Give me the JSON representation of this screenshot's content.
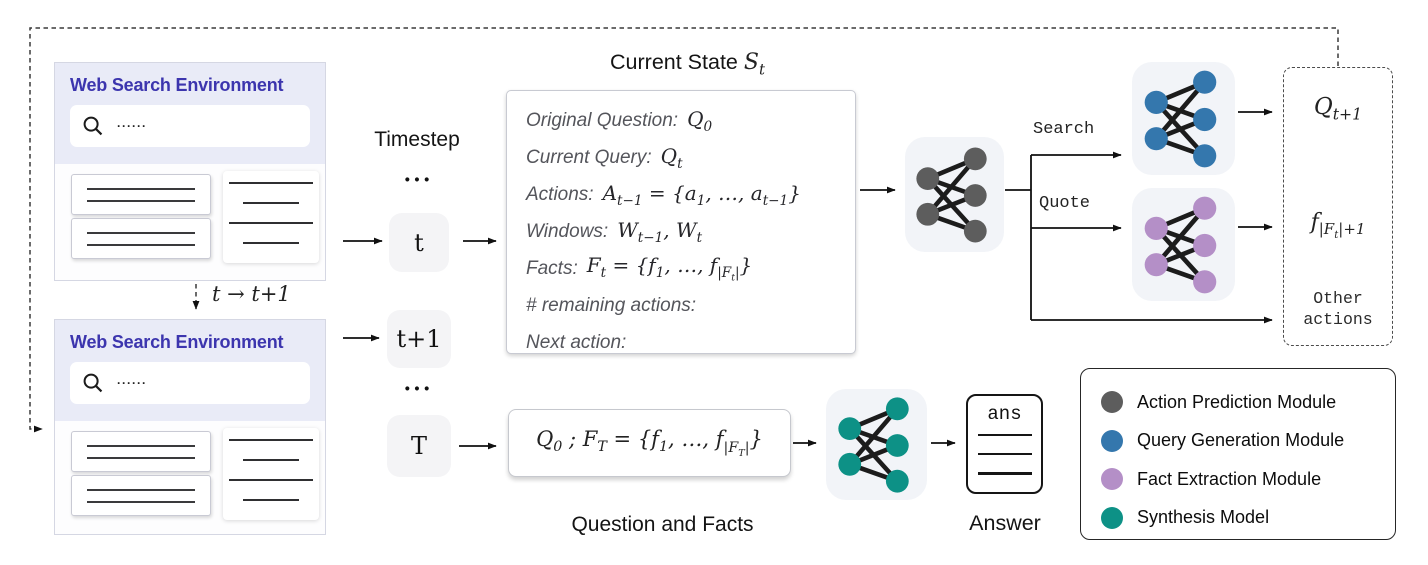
{
  "colors": {
    "action_prediction": "#5d5d5d",
    "query_generation": "#3477ad",
    "fact_extraction": "#b48fc7",
    "synthesis": "#0d9186",
    "env_title": "#3c35ae",
    "edge": "#1c1c1c"
  },
  "icons": {
    "search": "magnifier"
  },
  "env_top": {
    "title": "Web Search Environment",
    "placeholder": "······"
  },
  "env_bottom": {
    "title": "Web Search Environment",
    "placeholder": "······"
  },
  "transition_label": "t → t+1",
  "timestep": {
    "label": "Timestep",
    "ellipsis": "···",
    "steps": [
      "t",
      "t+1",
      "T"
    ]
  },
  "current_state": {
    "title": "Current State",
    "title_math": "S<sub>t</sub>",
    "lines": [
      {
        "label": "Original Question:",
        "math": "Q<sub>0</sub>"
      },
      {
        "label": "Current Query:",
        "math": "Q<sub>t</sub>"
      },
      {
        "label": "Actions:",
        "math": "A<sub>t−1</sub> = {a<sub>1</sub>, …, a<sub>t−1</sub>}"
      },
      {
        "label": "Windows:",
        "math": "W<sub>t−1</sub>, W<sub>t</sub>"
      },
      {
        "label": "Facts:",
        "math": "F<sub>t</sub> = {f<sub>1</sub>, …, f<sub>|F<sub>t</sub>|</sub>}"
      },
      {
        "label": "# remaining actions:",
        "math": ""
      },
      {
        "label": "Next action:",
        "math": ""
      }
    ]
  },
  "branches": {
    "search": "Search",
    "quote": "Quote"
  },
  "outputs": {
    "next_query": "Q<sub>t+1</sub>",
    "new_fact": "f<sub>|F<sub>t</sub>|+1</sub>",
    "other": "Other\nactions"
  },
  "bottom": {
    "qf_math": "Q<sub>0</sub> ; F<sub>T</sub> = {f<sub>1</sub>, …, f<sub>|F<sub>T</sub>|</sub>}",
    "qf_caption": "Question and Facts",
    "ans_label": "ans",
    "answer_caption": "Answer"
  },
  "legend": {
    "items": [
      {
        "color": "#5d5d5d",
        "label": "Action Prediction Module"
      },
      {
        "color": "#3477ad",
        "label": "Query Generation Module"
      },
      {
        "color": "#b48fc7",
        "label": "Fact Extraction Module"
      },
      {
        "color": "#0d9186",
        "label": "Synthesis Model"
      }
    ]
  }
}
